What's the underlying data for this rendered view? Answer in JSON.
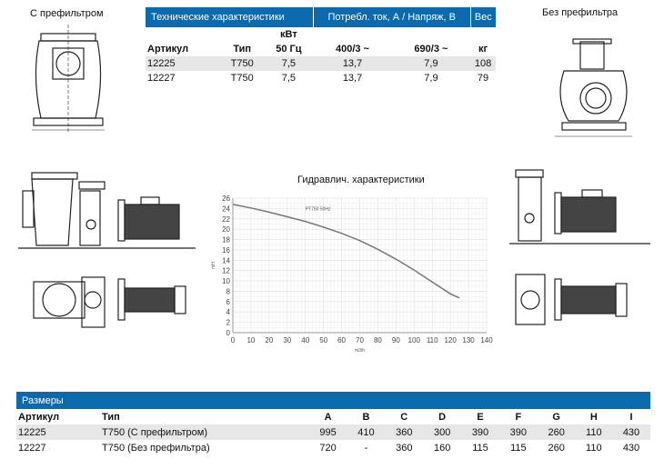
{
  "labels": {
    "with_prefilter": "С префильтром",
    "without_prefilter": "Без префильтра"
  },
  "tech": {
    "header": [
      "Технические характеристики",
      "Потребл. ток, А / Напряж, В",
      "Вес"
    ],
    "power_unit": "кВт",
    "columns": [
      "Артикул",
      "Тип",
      "50 Гц",
      "400/3 ~",
      "690/3 ~",
      "кг"
    ],
    "rows": [
      [
        "12225",
        "T750",
        "7,5",
        "13,7",
        "7,9",
        "108"
      ],
      [
        "12227",
        "T750",
        "7,5",
        "13,7",
        "7,9",
        "79"
      ]
    ]
  },
  "chart_data": {
    "type": "line",
    "title": "Гидравлич. характеристики",
    "series_label": "PT750 50Hz",
    "xlabel": "m3/h",
    "ylabel": "mH",
    "xlim": [
      0,
      140
    ],
    "ylim": [
      0,
      26
    ],
    "xticks": [
      0,
      10,
      20,
      30,
      40,
      50,
      60,
      70,
      80,
      90,
      100,
      110,
      120,
      130,
      140
    ],
    "yticks": [
      0,
      2,
      4,
      6,
      8,
      10,
      12,
      14,
      16,
      18,
      20,
      22,
      24,
      26
    ],
    "x": [
      0,
      10,
      20,
      30,
      40,
      50,
      60,
      70,
      80,
      90,
      100,
      110,
      120,
      125
    ],
    "y": [
      24.8,
      24.1,
      23.3,
      22.4,
      21.5,
      20.4,
      19.2,
      17.8,
      16.1,
      14.2,
      12.1,
      9.8,
      7.5,
      6.7
    ],
    "grid": true
  },
  "dims": {
    "title": "Размеры",
    "columns": [
      "Артикул",
      "Тип",
      "A",
      "B",
      "C",
      "D",
      "E",
      "F",
      "G",
      "H",
      "I"
    ],
    "rows": [
      [
        "12225",
        "T750 (С префильтром)",
        "995",
        "410",
        "360",
        "300",
        "390",
        "390",
        "260",
        "110",
        "430"
      ],
      [
        "12227",
        "T750 (Без префильтра)",
        "720",
        "-",
        "360",
        "160",
        "115",
        "115",
        "260",
        "110",
        "430"
      ]
    ]
  },
  "colors": {
    "header": "#0b69ad",
    "row": "#e6e6e6"
  }
}
